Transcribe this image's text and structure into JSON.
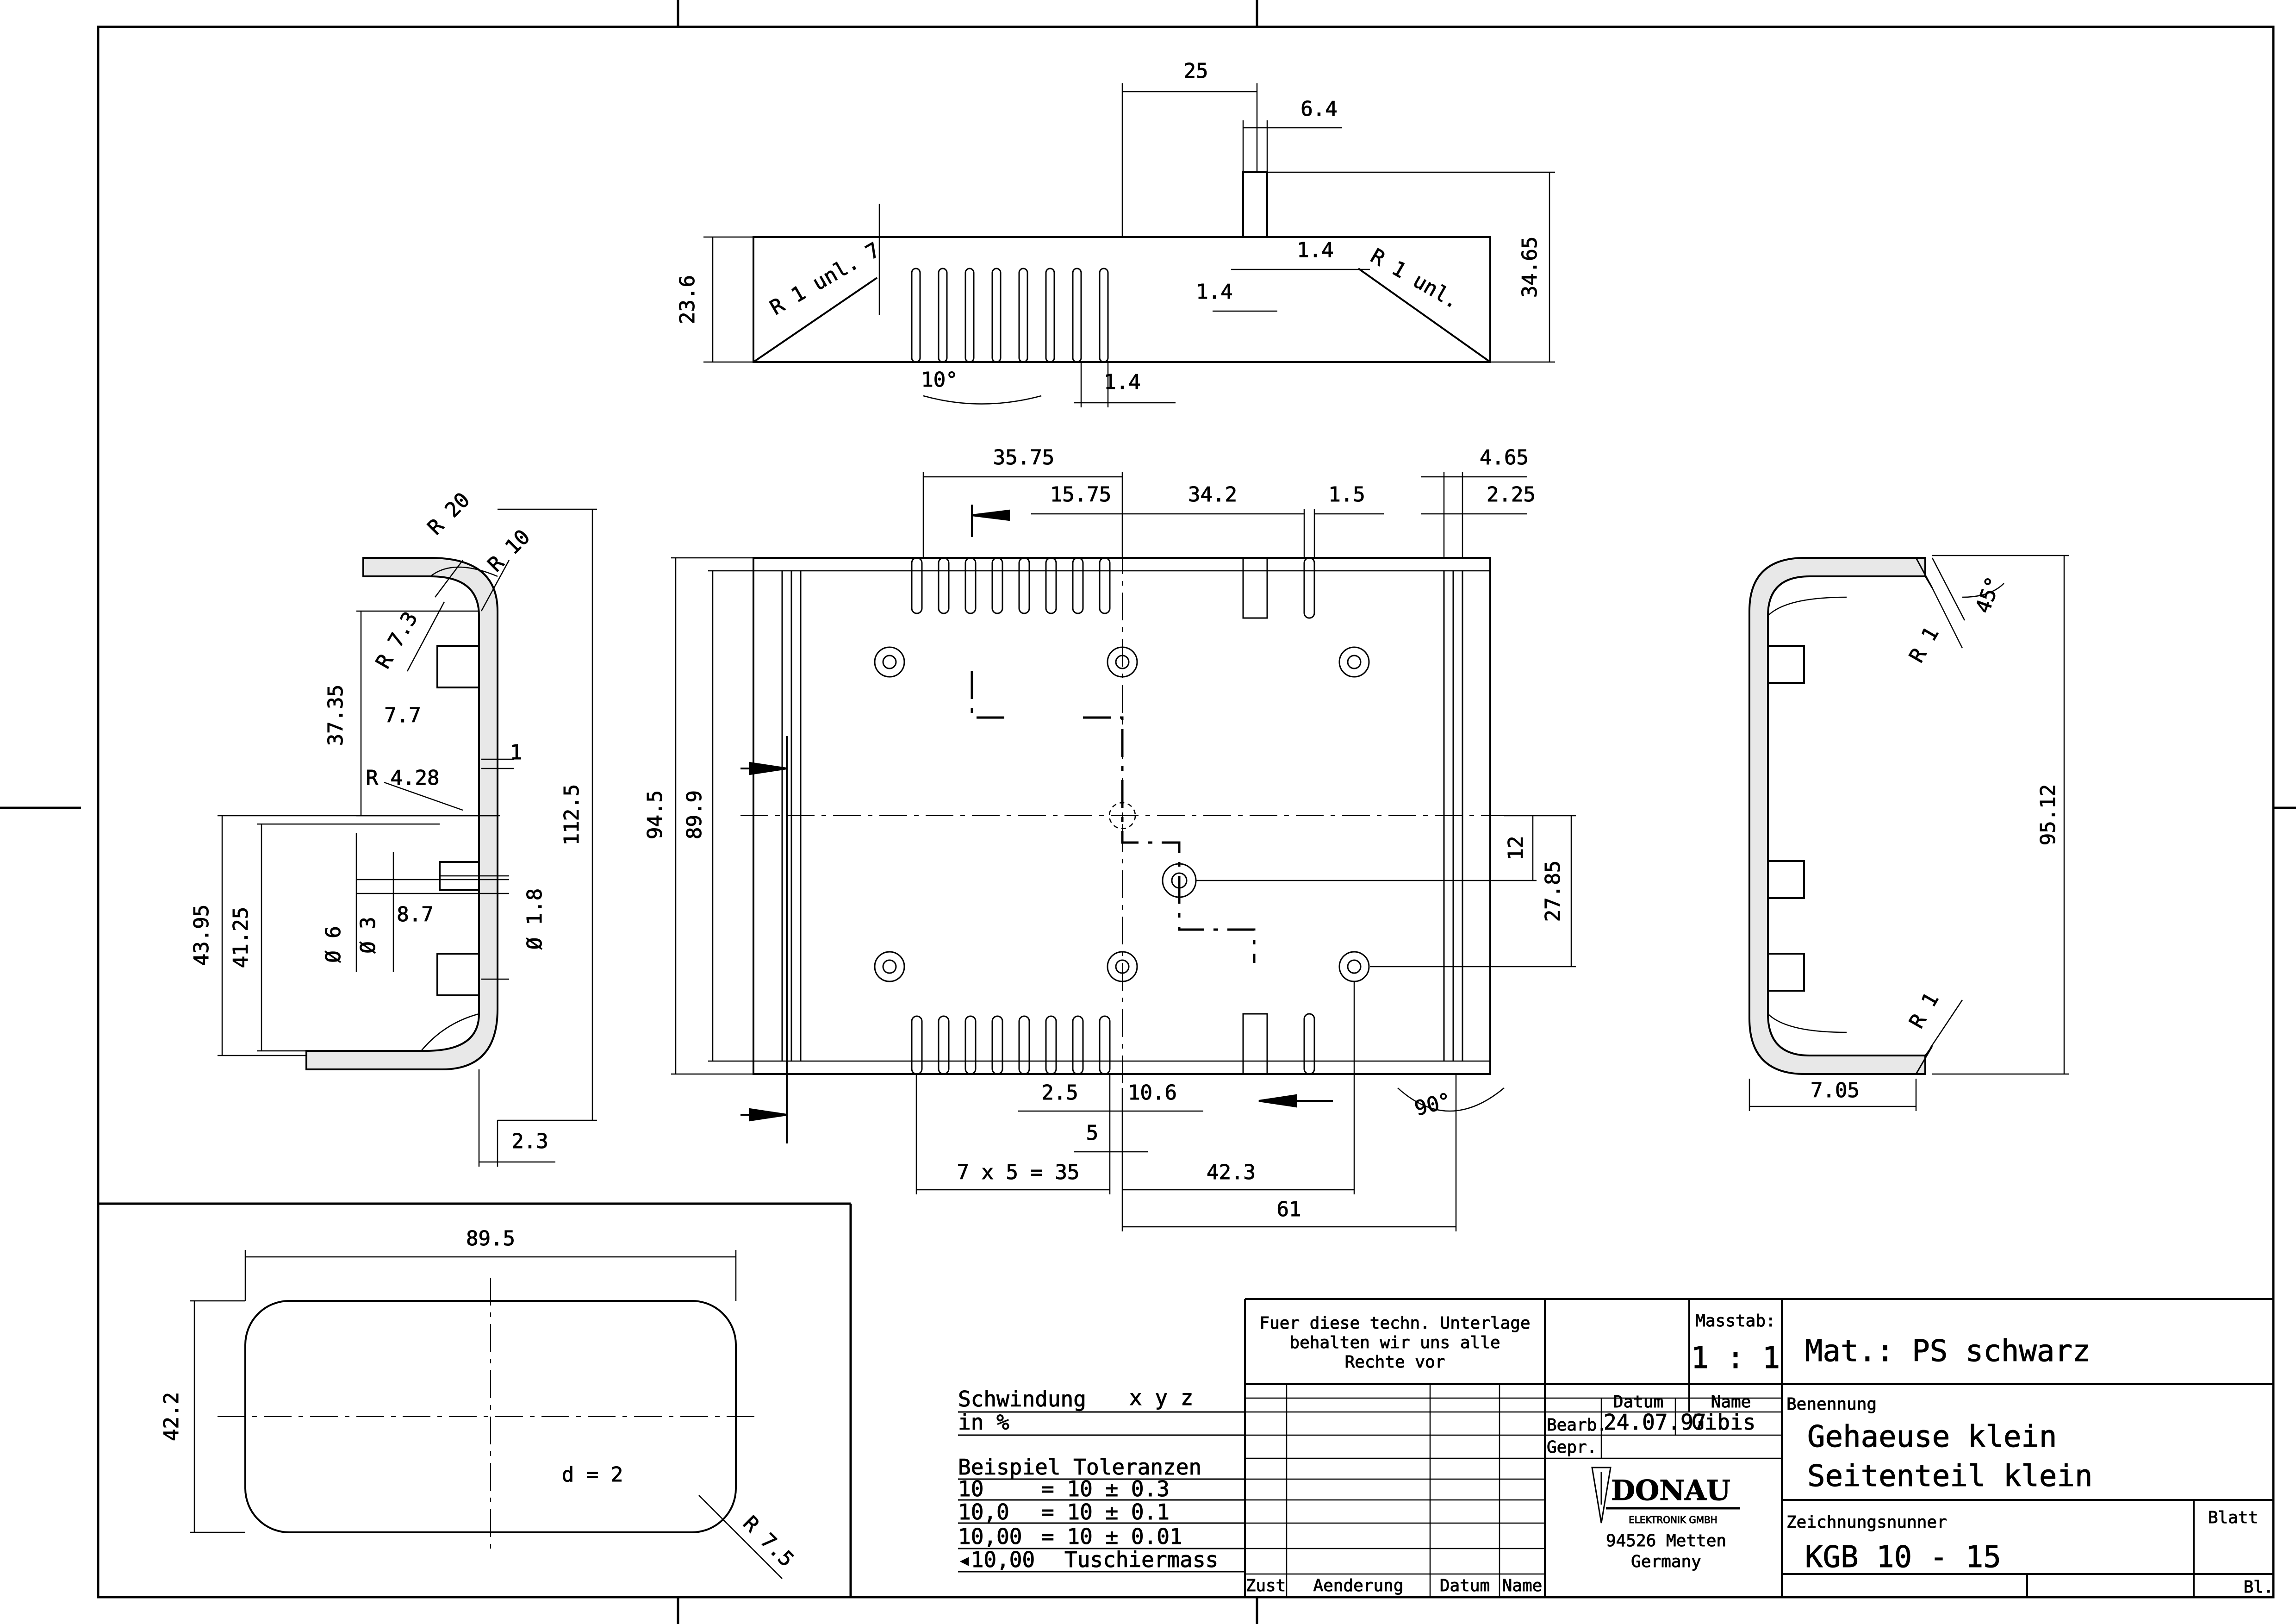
{
  "top_view": {
    "dims": {
      "d25": "25",
      "d6_4": "6.4",
      "d1_4a": "1.4",
      "d1_4b": "1.4",
      "d1_4c": "1.4",
      "d23_6": "23.6",
      "d34_65": "34.65",
      "r1_unl7": "R 1 unl. 7",
      "r1_unl": "R 1 unl.",
      "angle10": "10°"
    }
  },
  "main_view": {
    "dims": {
      "d35_75": "35.75",
      "d15_75": "15.75",
      "d34_2": "34.2",
      "d1_5": "1.5",
      "d4_65": "4.65",
      "d2_25": "2.25",
      "d94_5": "94.5",
      "d89_9": "89.9",
      "d12": "12",
      "d27_85": "27.85",
      "d2_5": "2.5",
      "d10_6": "10.6",
      "d5": "5",
      "d7x5": "7 x 5 = 35",
      "d42_3": "42.3",
      "d61": "61",
      "angle90": "90°"
    }
  },
  "left_section": {
    "dims": {
      "r20": "R 20",
      "r10": "R 10",
      "r7_3": "R 7.3",
      "d37_35": "37.35",
      "d7_7": "7.7",
      "d1": "1",
      "r4_28": "R 4.28",
      "d112_5": "112.5",
      "d43_95": "43.95",
      "d41_25": "41.25",
      "d8_7": "8.7",
      "phi6": "Ø 6",
      "phi3": "Ø 3",
      "phi1_8": "Ø 1.8",
      "d2_3": "2.3"
    }
  },
  "right_section": {
    "dims": {
      "angle45": "45°",
      "r1a": "R 1",
      "r1b": "R 1",
      "d95_12": "95.12",
      "d7_05": "7.05"
    }
  },
  "bottom_view": {
    "dims": {
      "d89_5": "89.5",
      "d42_2": "42.2",
      "d2": "d = 2",
      "r7_5": "R 7.5"
    }
  },
  "shrinkage": {
    "title": "Schwindung",
    "axes": "x   y   z",
    "unit": "in %",
    "tol_title": "Beispiel Toleranzen",
    "rows": [
      {
        "a": "10",
        "b": "= 10 ± 0.3"
      },
      {
        "a": "10,0",
        "b": "= 10 ± 0.1"
      },
      {
        "a": "10,00",
        "b": "= 10 ± 0.01"
      },
      {
        "a": "◂10,00",
        "b": "Tuschiermass"
      }
    ]
  },
  "title_block": {
    "rights": [
      "Fuer diese techn. Unterlage",
      "behalten wir uns alle",
      "Rechte vor"
    ],
    "col_zust": "Zust",
    "col_aenderung": "Aenderung",
    "col_datum": "Datum",
    "col_name": "Name",
    "datum_label": "Datum",
    "name_label": "Name",
    "bearb_label": "Bearb.",
    "bearb_date": "24.07.97",
    "bearb_name": "Gibis",
    "gepr_label": "Gepr.",
    "masstab_label": "Masstab:",
    "masstab_value": "1 : 1",
    "material": "Mat.: PS schwarz",
    "benennung_label": "Benennung",
    "name_line1": "Gehaeuse klein",
    "name_line2": "Seitenteil klein",
    "drawing_no_label": "Zeichnungsnunner",
    "drawing_no": "KGB 10 - 15",
    "blatt_label": "Blatt",
    "blatt_value": "Bl.",
    "company_logo": "DONAU",
    "company_sub": "ELEKTRONIK GMBH",
    "company_city": "94526 Metten",
    "company_country": "Germany"
  }
}
